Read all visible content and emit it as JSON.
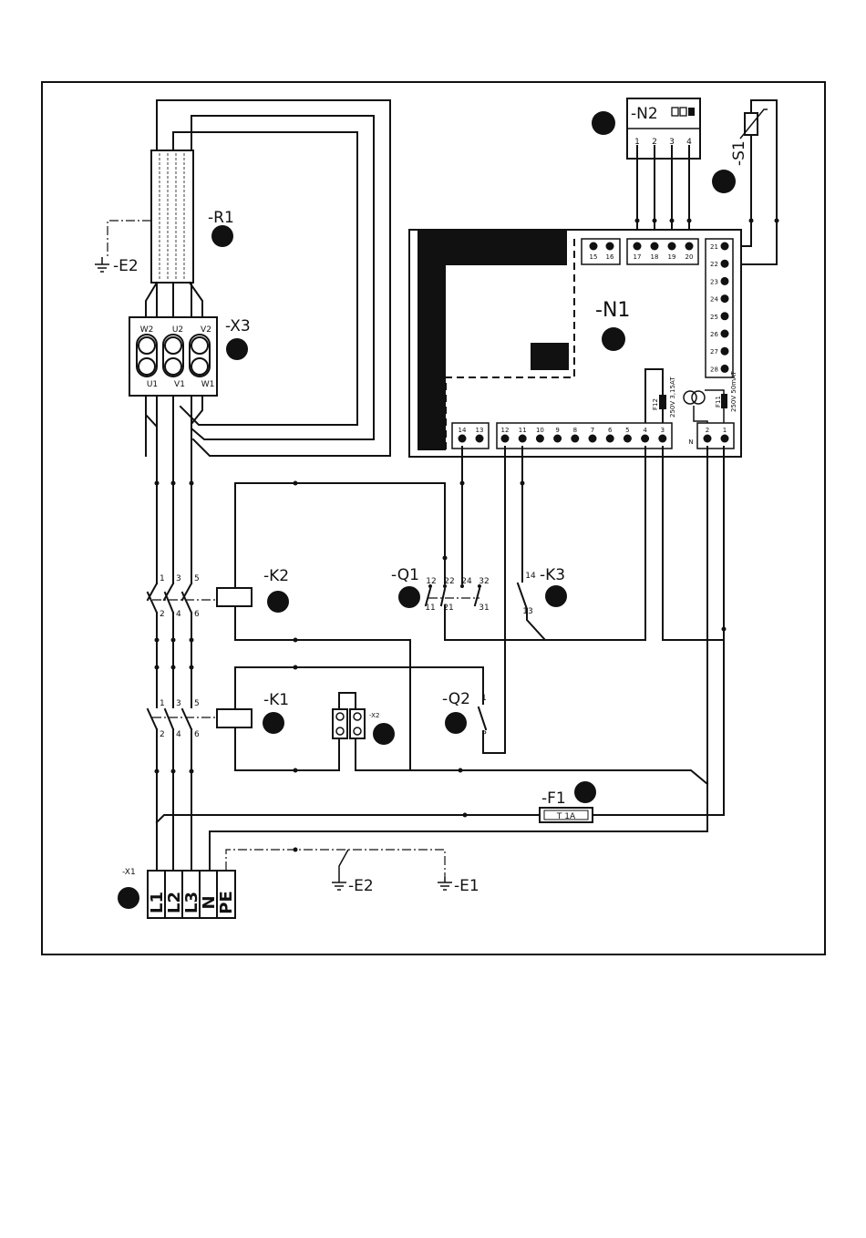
{
  "labels": {
    "R1": "-R1",
    "E2": "-E2",
    "X3": "-X3",
    "N2": "-N2",
    "S1": "-S1",
    "N1": "-N1",
    "K2": "-K2",
    "Q1": "-Q1",
    "K3": "-K3",
    "K1": "-K1",
    "X2": "-X2",
    "Q2": "-Q2",
    "F1": "-F1",
    "X1": "-X1",
    "E2b": "-E2",
    "E1": "-E1",
    "F12": "F12",
    "F12v": "250V 3,15AT",
    "F11": "F11",
    "F11v": "250V 50mAT",
    "fuse": "T 1A",
    "N": "N",
    "P": "P"
  },
  "x3_top": [
    "W2",
    "U2",
    "V2"
  ],
  "x3_bot": [
    "U1",
    "V1",
    "W1"
  ],
  "x1_terms": [
    "L1",
    "L2",
    "L3",
    "N",
    "PE"
  ],
  "n2_terms": [
    "1",
    "2",
    "3",
    "4"
  ],
  "n1_top_terms": [
    "15",
    "16",
    "17",
    "18",
    "19",
    "20"
  ],
  "n1_right_terms": [
    "21",
    "22",
    "23",
    "24",
    "25",
    "26",
    "27",
    "28"
  ],
  "n1_bottom_a": [
    "14",
    "13"
  ],
  "n1_bottom_b": [
    "12",
    "11",
    "10",
    "9",
    "8",
    "7",
    "6",
    "5",
    "4",
    "3"
  ],
  "n1_bottom_c": [
    "2",
    "1"
  ],
  "k_contacts_top": [
    "1",
    "3",
    "5"
  ],
  "k_contacts_bot": [
    "2",
    "4",
    "6"
  ],
  "q1_top": [
    "12",
    "22",
    "24",
    "32"
  ],
  "q1_bot": [
    "11",
    "21",
    "31"
  ],
  "k3_nums": [
    "14",
    "13"
  ],
  "q2_num": "1"
}
